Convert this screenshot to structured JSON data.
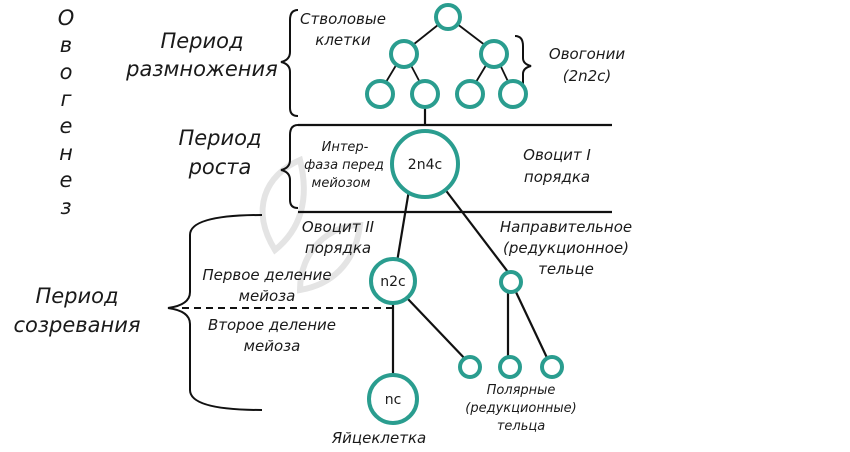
{
  "title_vertical": [
    "О",
    "в",
    "о",
    "г",
    "е",
    "н",
    "е",
    "з"
  ],
  "periods": {
    "reproduction": [
      "Период",
      "размножения"
    ],
    "growth": [
      "Период",
      "роста"
    ],
    "maturation": [
      "Период",
      "созревания"
    ]
  },
  "labels": {
    "stem_cells": [
      "Стволовые",
      "клетки"
    ],
    "oogonia": [
      "Овогонии",
      "(2n2c)"
    ],
    "interphase": [
      "Интер-",
      "фаза перед",
      "мейозом"
    ],
    "oocyte1": [
      "Овоцит I",
      "порядка"
    ],
    "oocyte2": [
      "Овоцит II",
      "порядка"
    ],
    "polar_body": [
      "Направительное",
      "(редукционное)",
      "тельце"
    ],
    "meiosis1": [
      "Первое деление",
      "мейоза"
    ],
    "meiosis2": [
      "Второе деление",
      "мейоза"
    ],
    "polar_bodies": [
      "Полярные",
      "(редукционные)",
      "тельца"
    ],
    "egg": "Яйцеклетка"
  },
  "cells": {
    "oocyte1": "2n4c",
    "oocyte2": "n2c",
    "egg": "nc"
  }
}
